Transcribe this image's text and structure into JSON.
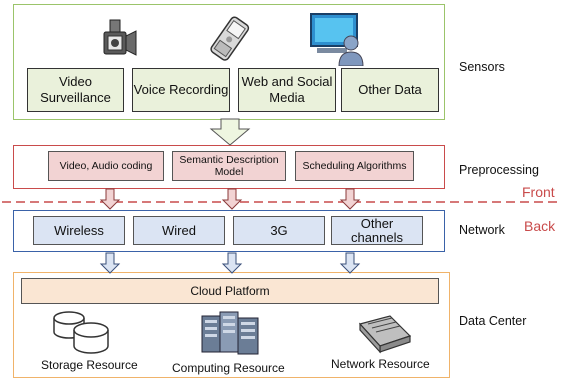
{
  "layers": {
    "sensors": "Sensors",
    "preprocessing": "Preprocessing",
    "network": "Network",
    "data_center": "Data Center"
  },
  "split": {
    "front": "Front",
    "back": "Back"
  },
  "sensors": {
    "boxes": [
      "Video Surveillance",
      "Voice Recording",
      "Web and Social Media",
      "Other Data"
    ],
    "icons": [
      "video-camera-icon",
      "phone-icon",
      "computer-user-icon"
    ]
  },
  "preprocessing": {
    "boxes": [
      "Video, Audio coding",
      "Semantic Description Model",
      "Scheduling Algorithms"
    ]
  },
  "network": {
    "boxes": [
      "Wireless",
      "Wired",
      "3G",
      "Other channels"
    ]
  },
  "data_center": {
    "platform": "Cloud Platform",
    "resources": [
      "Storage Resource",
      "Computing Resource",
      "Network Resource"
    ],
    "icons": [
      "storage-disks-icon",
      "server-rack-icon",
      "network-switch-icon"
    ]
  },
  "colors": {
    "sensors_border": "#9bc46a",
    "preprocessing_border": "#c94b4b",
    "network_border": "#3a62a8",
    "datacenter_border": "#f0b36a",
    "front_back": "#c94b4b"
  }
}
